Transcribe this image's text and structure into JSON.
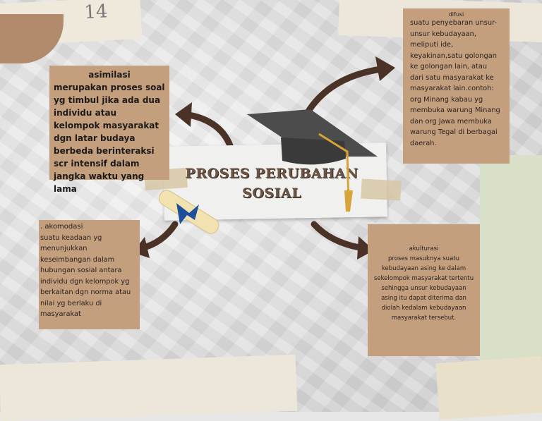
{
  "title": {
    "line1": "PROSES PERUBAHAN",
    "line2": "SOSIAL"
  },
  "cards": {
    "asimilasi": {
      "heading": "asimilasi",
      "body": "merupakan proses soal yg timbul jika ada dua individu atau kelompok masyarakat dgn latar budaya berbeda berinteraksi scr intensif dalam jangka waktu yang lama"
    },
    "difusi": {
      "heading": "difusi",
      "body": "suatu penyebaran unsur-unsur kebudayaan, meliputi ide, keyakinan,satu golongan ke golongan lain, atau dari satu masyarakat ke masyarakat lain.contoh: org Minang kabau yg membuka warung Minang dan org Jawa membuka warung Tegal di berbagai daerah."
    },
    "akomodasi": {
      "heading": ". akomodasi",
      "body": "suatu keadaan yg menunjukkan keseimbangan dalam hubungan sosial antara individu dgn kelompok yg berkaitan dgn norma atau nilai yg berlaku di masyarakat"
    },
    "akulturasi": {
      "heading": "akulturasi",
      "body": "proses masuknya suatu kebudayaan asing ke dalam sekelompok masyarakat tertentu sehingga unsur kebudayaan asing itu dapat diterima dan diolah kedalam kebudayaan masyarakat tersebut."
    }
  },
  "colors": {
    "card": "#c49f7e",
    "arrow": "#4a3226",
    "title": "#6b5546"
  },
  "decor": {
    "corner_number": "14"
  }
}
